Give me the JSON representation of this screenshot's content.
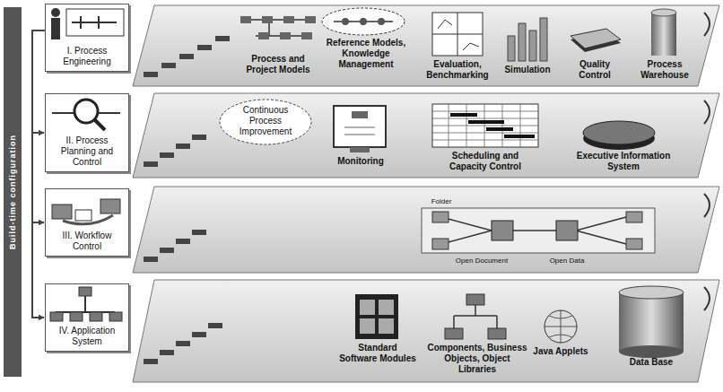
{
  "diagram": {
    "nodes": [
      {
        "text": [
          "I. Process Engineering"
        ]
      },
      {
        "text": [
          "II. Process Planning and Control"
        ]
      },
      {
        "text": [
          "III. Workflow Control"
        ]
      },
      {
        "text": [
          "IV. Application System"
        ]
      },
      {
        "text": [
          "Continuous Process Improvement"
        ]
      }
    ],
    "edges": [
      {
        "from": 0,
        "to": 1,
        "arrow": "to"
      },
      {
        "from": 0,
        "to": 2,
        "arrow": "to"
      },
      {
        "from": 0,
        "to": 3,
        "arrow": "to"
      }
    ],
    "labels": [
      "Process and Project Models",
      "Reference Models, Knowledge Management",
      "Evaluation, Benchmarking",
      "Simulation",
      "Quality Control",
      "Process Warehouse",
      "Monitoring",
      "Scheduling and Capacity Control",
      "Executive Information System",
      "Folder",
      "Open Document",
      "Open Data",
      "Standard Software Modules",
      "Components, Business Objects, Object Libraries",
      "Java Applets",
      "Data Base",
      "Build-time configuration"
    ]
  }
}
